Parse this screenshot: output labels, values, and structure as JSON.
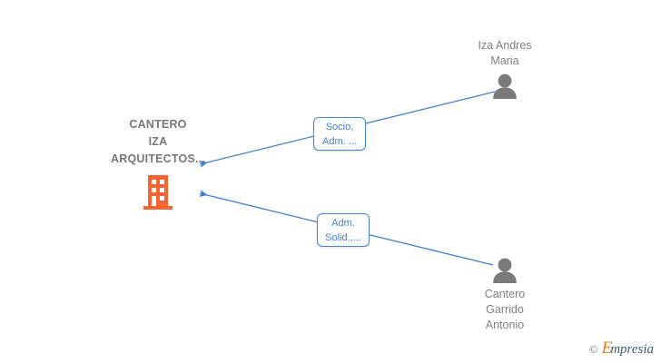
{
  "graph": {
    "background_color": "#ffffff",
    "edge_color": "#4a86d8",
    "company_color": "#fa6432",
    "person_color": "#7a7a7a",
    "label_text_color": "#3f7fd0"
  },
  "company": {
    "name": "CANTERO\nIZA\nARQUITECTOS...",
    "icon": "building-icon"
  },
  "people": [
    {
      "name": "Iza Andres\nMaria",
      "icon": "person-avatar-icon",
      "position": "top-right"
    },
    {
      "name": "Cantero\nGarrido\nAntonio",
      "icon": "person-avatar-icon",
      "position": "bottom-right"
    }
  ],
  "relations": [
    {
      "label": "Socio,\nAdm. ...",
      "from": "Iza Andres Maria",
      "to": "CANTERO IZA ARQUITECTOS..."
    },
    {
      "label": "Adm.\nSolid.,...",
      "from": "Cantero Garrido Antonio",
      "to": "CANTERO IZA ARQUITECTOS..."
    }
  ],
  "watermark": {
    "copyright": "©",
    "brand_initial": "E",
    "brand_rest": "mpresia"
  }
}
